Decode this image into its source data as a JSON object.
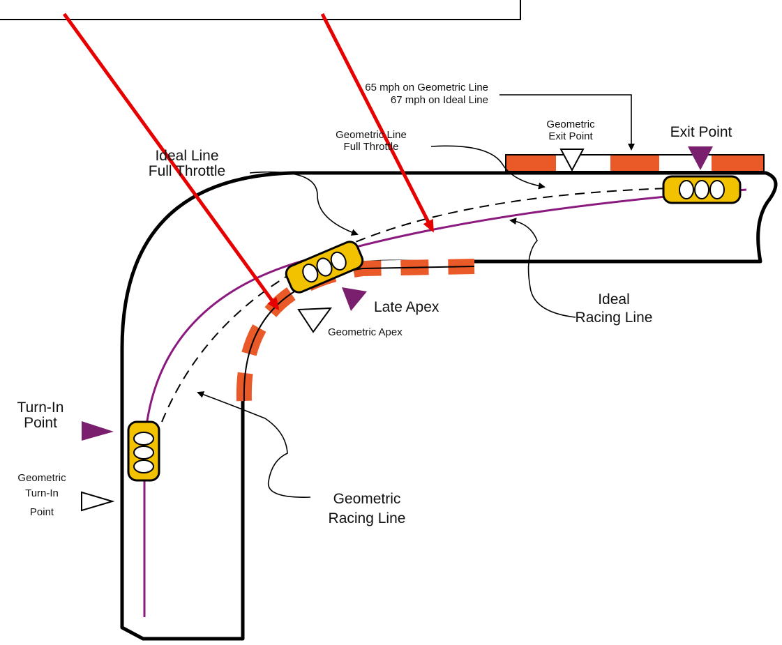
{
  "colors": {
    "curb_red": "#ea5a29",
    "ideal_line": "#8b1a7e",
    "marker_purple": "#7a1f6e",
    "car_yellow": "#f2c200",
    "arrow_red": "#e60000"
  },
  "labels": {
    "speed_geometric": "65 mph on Geometric Line",
    "speed_ideal": "67 mph on Ideal Line",
    "geo_exit_1": "Geometric",
    "geo_exit_2": "Exit Point",
    "exit_point": "Exit Point",
    "geo_full_1": "Geometric Line",
    "geo_full_2": "Full Throttle",
    "ideal_full_1": "Ideal Line",
    "ideal_full_2": "Full Throttle",
    "late_apex": "Late Apex",
    "geo_apex": "Geometric Apex",
    "ideal_racing_1": "Ideal",
    "ideal_racing_2": "Racing Line",
    "turn_in_1": "Turn-In",
    "turn_in_2": "Point",
    "geo_turn_in_1": "Geometric",
    "geo_turn_in_2": "Turn-In",
    "geo_turn_in_3": "Point",
    "geo_racing_1": "Geometric",
    "geo_racing_2": "Racing Line"
  }
}
